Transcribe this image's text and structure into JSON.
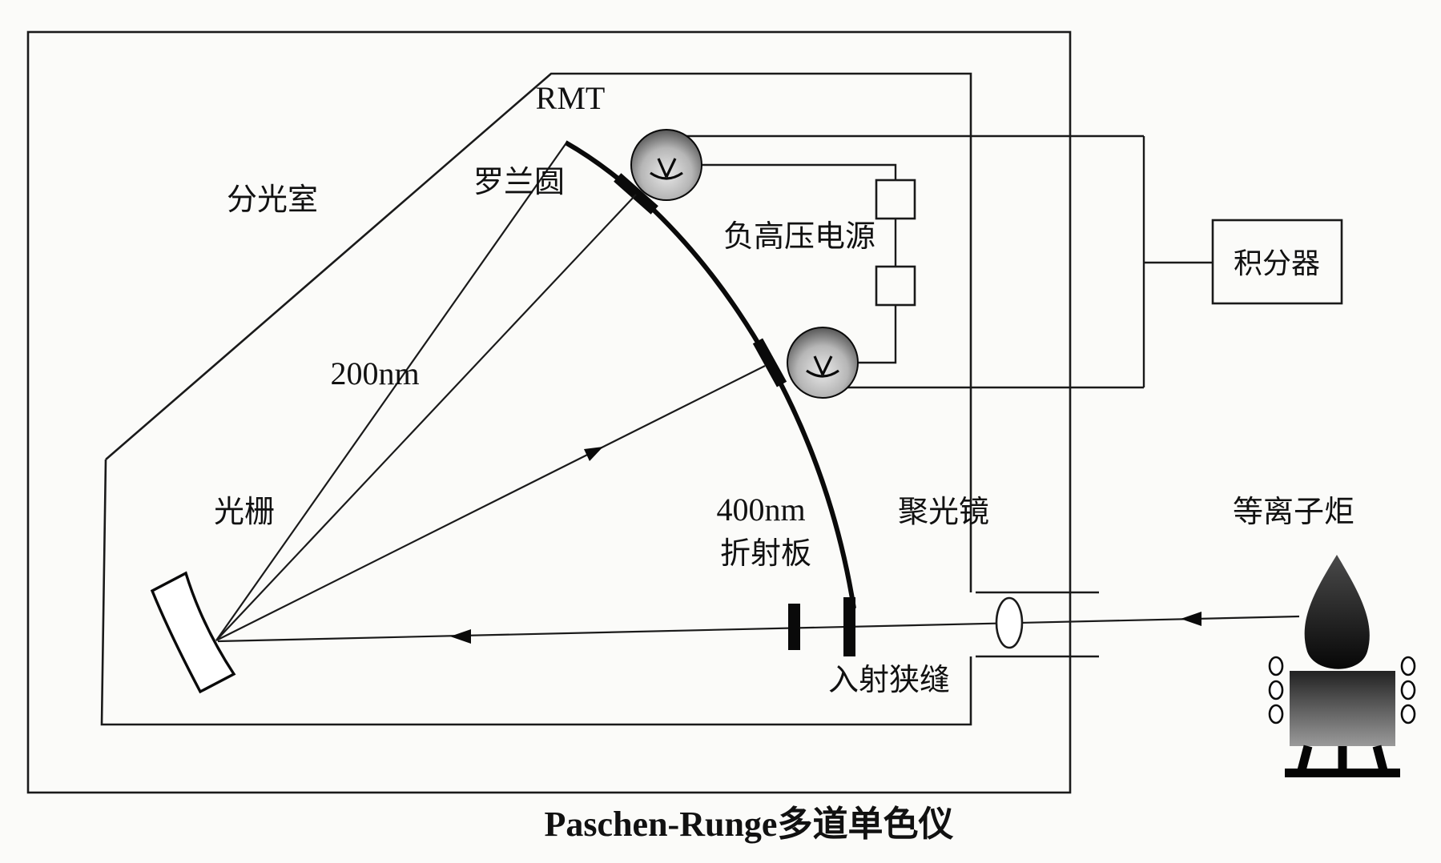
{
  "diagram": {
    "caption": "Paschen-Runge多道单色仪",
    "labels": {
      "chamber": "分光室",
      "rowland_circle": "罗兰圆",
      "pmt": "RMT",
      "hv_supply": "负高压电源",
      "integrator": "积分器",
      "ray_200nm": "200nm",
      "grating": "光栅",
      "wavelength_400": "400nm",
      "refraction_plate": "折射板",
      "entrance_slit": "入射狭缝",
      "condenser_lens": "聚光镜",
      "plasma_torch": "等离子炬"
    },
    "colors": {
      "line": "#1a1a1a",
      "paper": "#fbfbf9",
      "ink": "#0a0a0a"
    }
  }
}
